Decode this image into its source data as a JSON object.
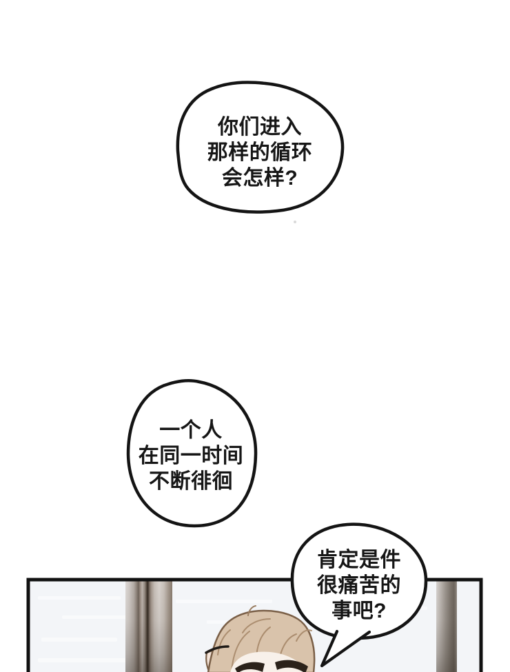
{
  "bubbles": [
    {
      "name": "speech-bubble-top",
      "text": "你们进入\n那样的循环\n会怎样?"
    },
    {
      "name": "speech-bubble-middle",
      "text": "一个人\n在同一时间\n不断徘徊"
    },
    {
      "name": "speech-bubble-bottom",
      "text": "肯定是件\n很痛苦的\n事吧?"
    }
  ],
  "colors": {
    "background": "#ffffff",
    "ink": "#141414",
    "panel_wall": "#f3f5f8",
    "door_frame_light": "#d8d3cf",
    "door_frame_dark": "#4a4038",
    "hair": "#d9c3ab",
    "hair_outline": "#7a5f47",
    "skin": "#f8f1ea",
    "eyebrow": "#2b221a"
  }
}
